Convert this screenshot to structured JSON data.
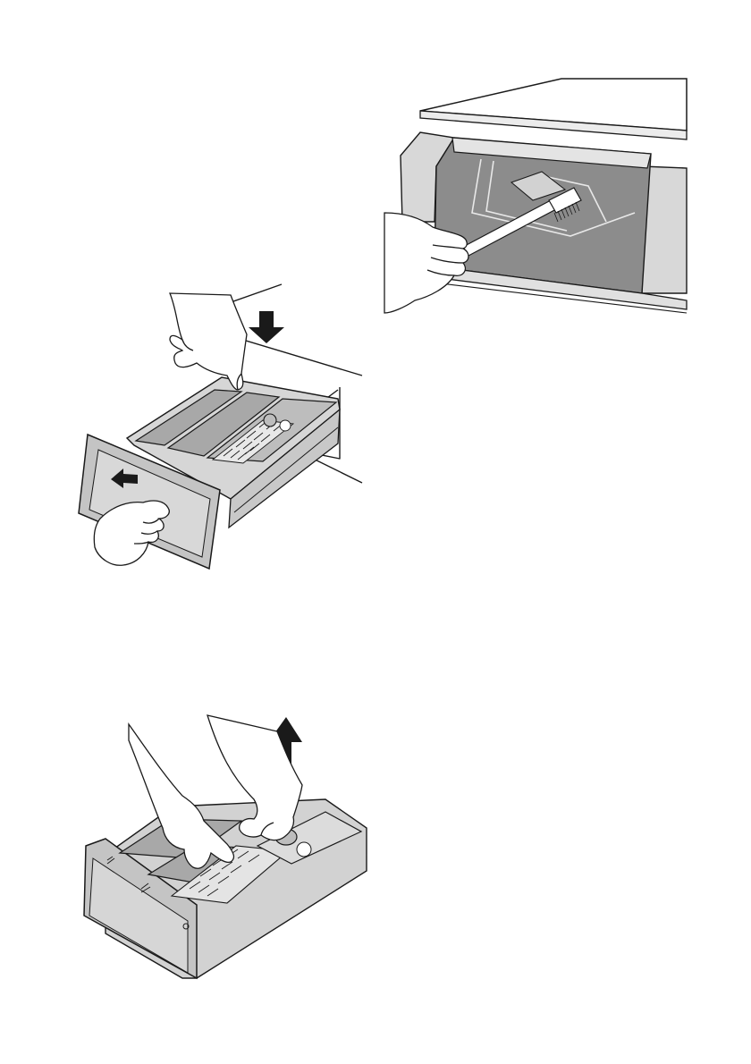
{
  "page": {
    "background": "#ffffff",
    "figures": [
      {
        "id": "drawer-removal",
        "arrows": [
          "down-arrow",
          "left-arrow"
        ]
      },
      {
        "id": "recess-cleaning",
        "tool": "brush"
      },
      {
        "id": "insert-removal",
        "arrows": [
          "up-arrow"
        ]
      }
    ]
  },
  "colors": {
    "line": "#1a1a1a",
    "drawer_grey": "#c8c8c8",
    "drawer_dark": "#9a9a9a",
    "cavity": "#8c8c8c",
    "cavity_dark": "#707070",
    "light": "#e6e6e6",
    "skin": "#ffffff",
    "arrow_fill": "#1a1a1a"
  }
}
